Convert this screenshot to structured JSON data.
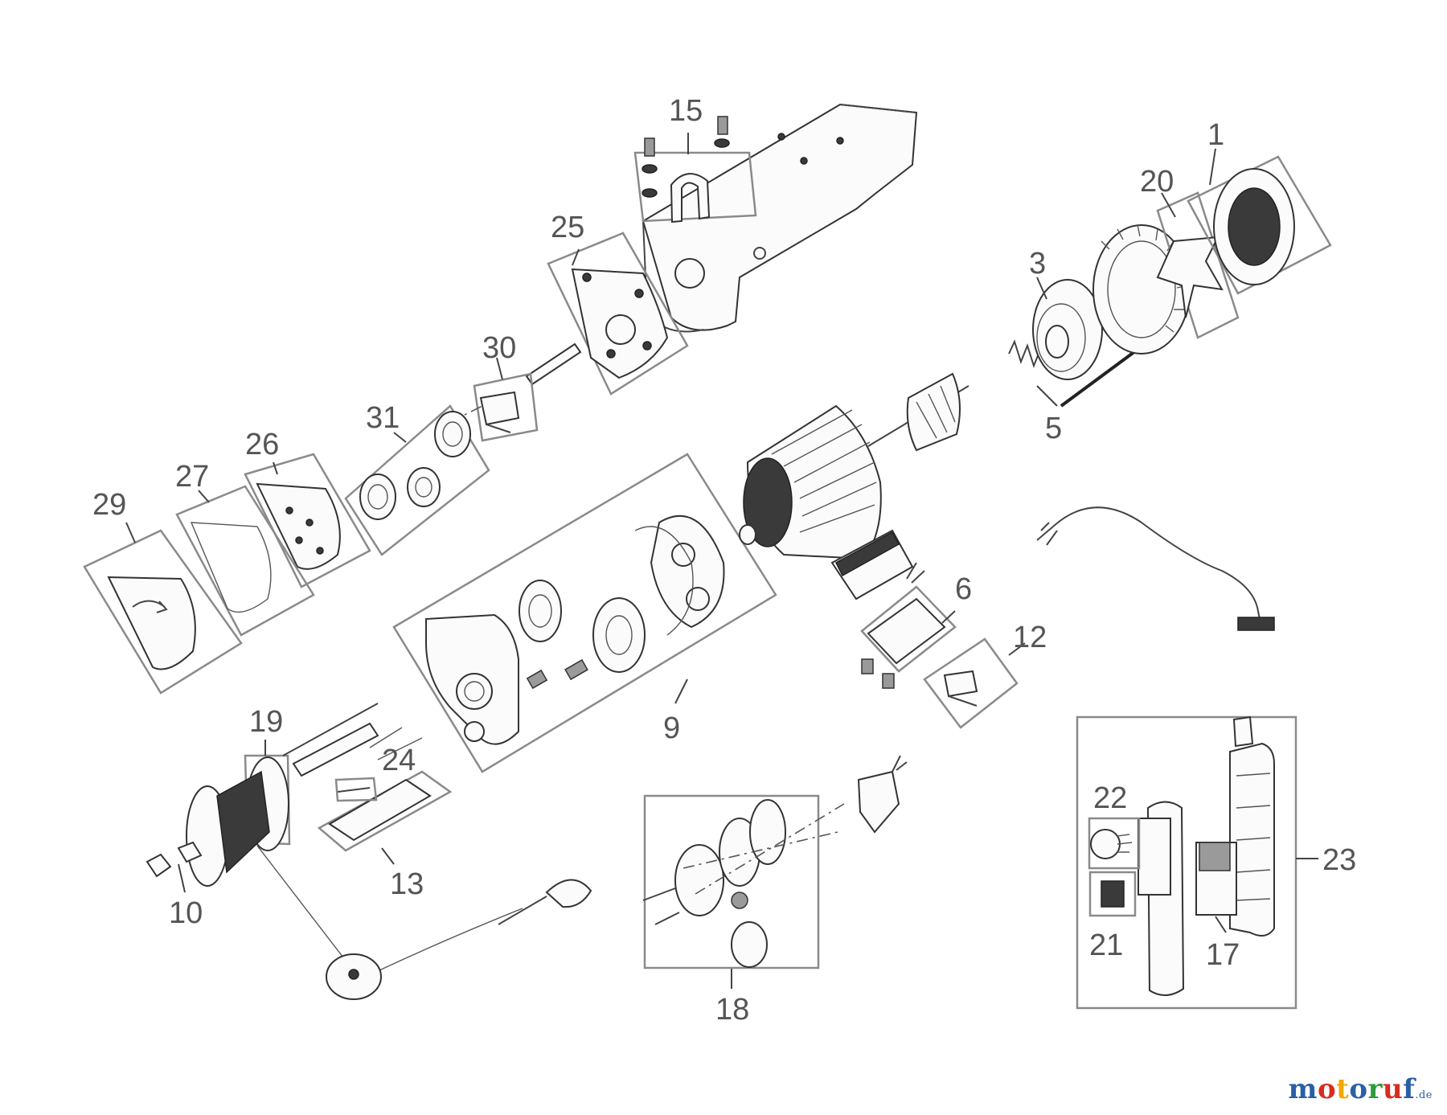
{
  "diagram": {
    "part_labels": {
      "p1": "1",
      "p3": "3",
      "p5": "5",
      "p6": "6",
      "p9": "9",
      "p10": "10",
      "p12": "12",
      "p13": "13",
      "p15": "15",
      "p17": "17",
      "p18": "18",
      "p19": "19",
      "p20": "20",
      "p21": "21",
      "p22": "22",
      "p23": "23",
      "p24": "24",
      "p25": "25",
      "p26": "26",
      "p27": "27",
      "p29": "29",
      "p30": "30",
      "p31": "31"
    }
  },
  "watermark": {
    "letters": [
      "m",
      "o",
      "t",
      "o",
      "r",
      "u",
      "f"
    ],
    "letter_colors": [
      "#2a5fa8",
      "#d62d20",
      "#f2a900",
      "#2a5fa8",
      "#2e9b3a",
      "#d62d20",
      "#2a5fa8"
    ],
    "suffix": ".de"
  }
}
